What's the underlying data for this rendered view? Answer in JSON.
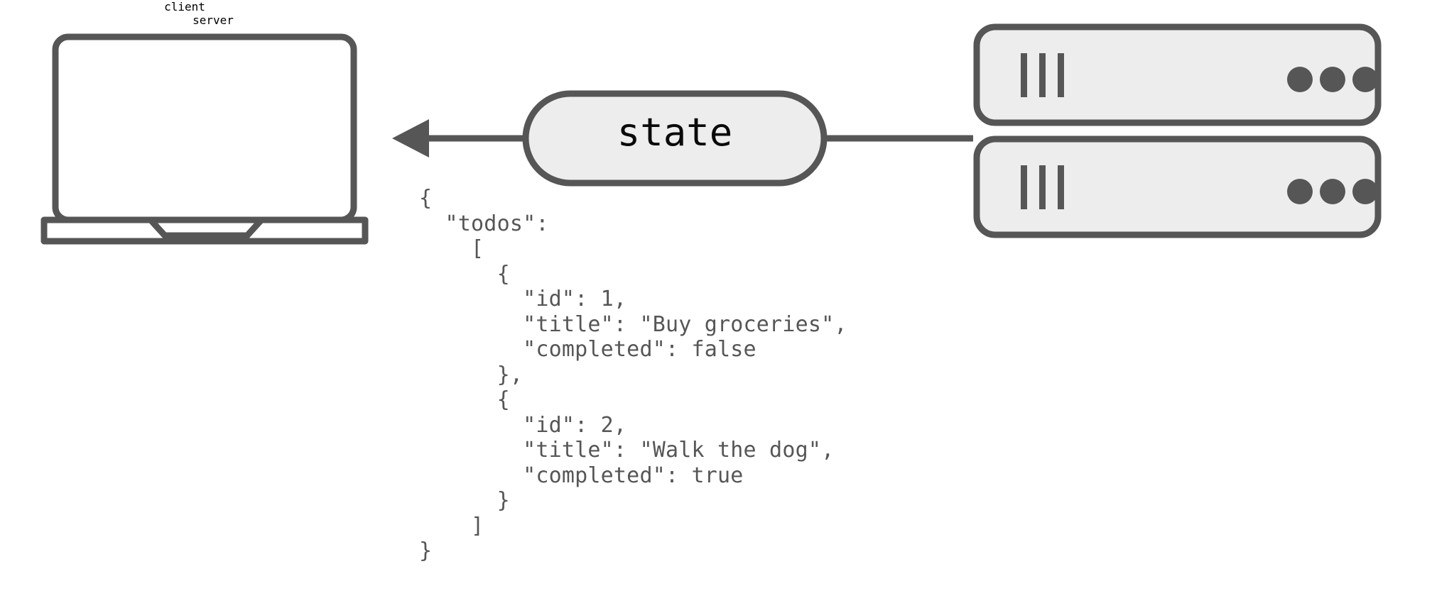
{
  "diagram": {
    "type": "client-server-state-flow",
    "background_color": "#ffffff",
    "stroke_color": "#565656",
    "fill_color": "#ededed",
    "text_color": "#565656",
    "nodes": {
      "client": {
        "label": "client",
        "icon": "laptop-icon"
      },
      "server": {
        "label": "server",
        "icon": "server-rack-icon",
        "unit_count": 2,
        "unit_vent_bars": 3,
        "unit_status_dots": 3
      }
    },
    "edge": {
      "label": "state",
      "direction": "server-to-client",
      "arrowhead": "left"
    },
    "payload": {
      "format": "json",
      "text": "{\n  \"todos\":\n    [\n      {\n        \"id\": 1,\n        \"title\": \"Buy groceries\",\n        \"completed\": false\n      },\n      {\n        \"id\": 2,\n        \"title\": \"Walk the dog\",\n        \"completed\": true\n      }\n    ]\n}",
      "todos": [
        {
          "id": 1,
          "title": "Buy groceries",
          "completed": false
        },
        {
          "id": 2,
          "title": "Walk the dog",
          "completed": true
        }
      ]
    }
  }
}
